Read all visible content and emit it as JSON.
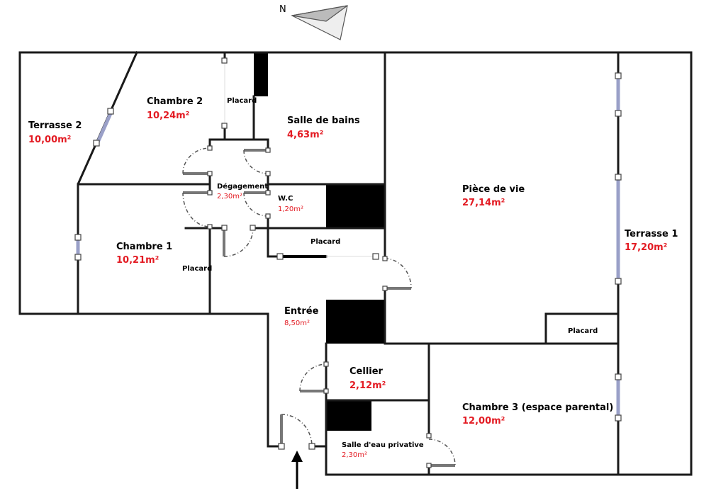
{
  "compass": {
    "label": "N"
  },
  "rooms": {
    "terrasse2": {
      "name": "Terrasse 2",
      "area": "10,00m²"
    },
    "chambre2": {
      "name": "Chambre 2",
      "area": "10,24m²"
    },
    "placard_ch2": {
      "name": "Placard"
    },
    "salle_bains": {
      "name": "Salle de bains",
      "area": "4,63m²"
    },
    "degagement": {
      "name": "Dégagement",
      "area": "2,30m²"
    },
    "wc": {
      "name": "W.C",
      "area": "1,20m²"
    },
    "placard_wc": {
      "name": "Placard"
    },
    "chambre1": {
      "name": "Chambre 1",
      "area": "10,21m²"
    },
    "placard_ch1": {
      "name": "Placard"
    },
    "piece_vie": {
      "name": "Pièce de vie",
      "area": "27,14m²"
    },
    "terrasse1": {
      "name": "Terrasse 1",
      "area": "17,20m²"
    },
    "entree": {
      "name": "Entrée",
      "area": "8,50m²"
    },
    "placard_ch3": {
      "name": "Placard"
    },
    "cellier": {
      "name": "Cellier",
      "area": "2,12m²"
    },
    "chambre3": {
      "name": "Chambre 3 (espace parental)",
      "area": "12,00m²"
    },
    "salle_eau": {
      "name": "Salle d'eau privative",
      "area": "2,30m²"
    }
  }
}
